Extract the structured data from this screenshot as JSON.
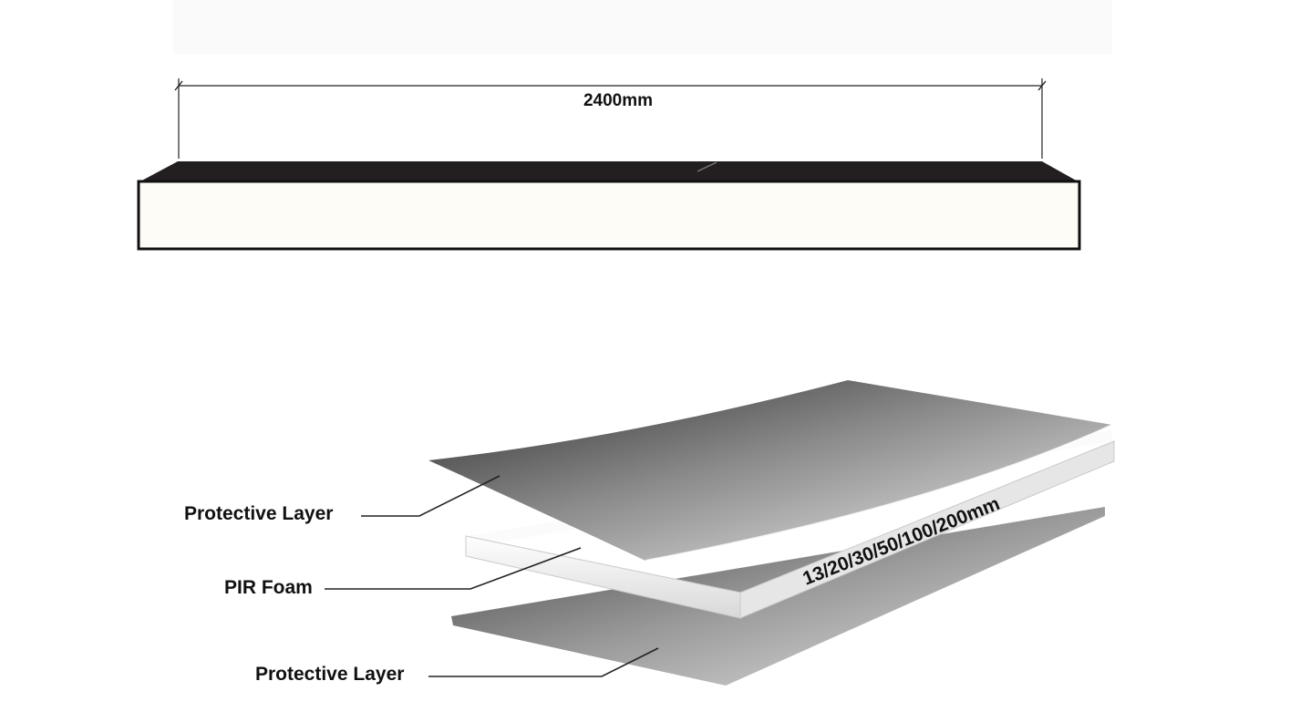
{
  "dimension": {
    "length_label": "2400mm"
  },
  "labels": {
    "top_layer": "Protective Layer",
    "core": "PIR Foam",
    "bottom_layer": "Protective Layer"
  },
  "thickness_label": "13/20/30/50/100/200mm",
  "colors": {
    "board_face": "#fdfcf6",
    "board_top": "#231f20",
    "outline": "#111111",
    "foam": "#f4f4f4"
  }
}
